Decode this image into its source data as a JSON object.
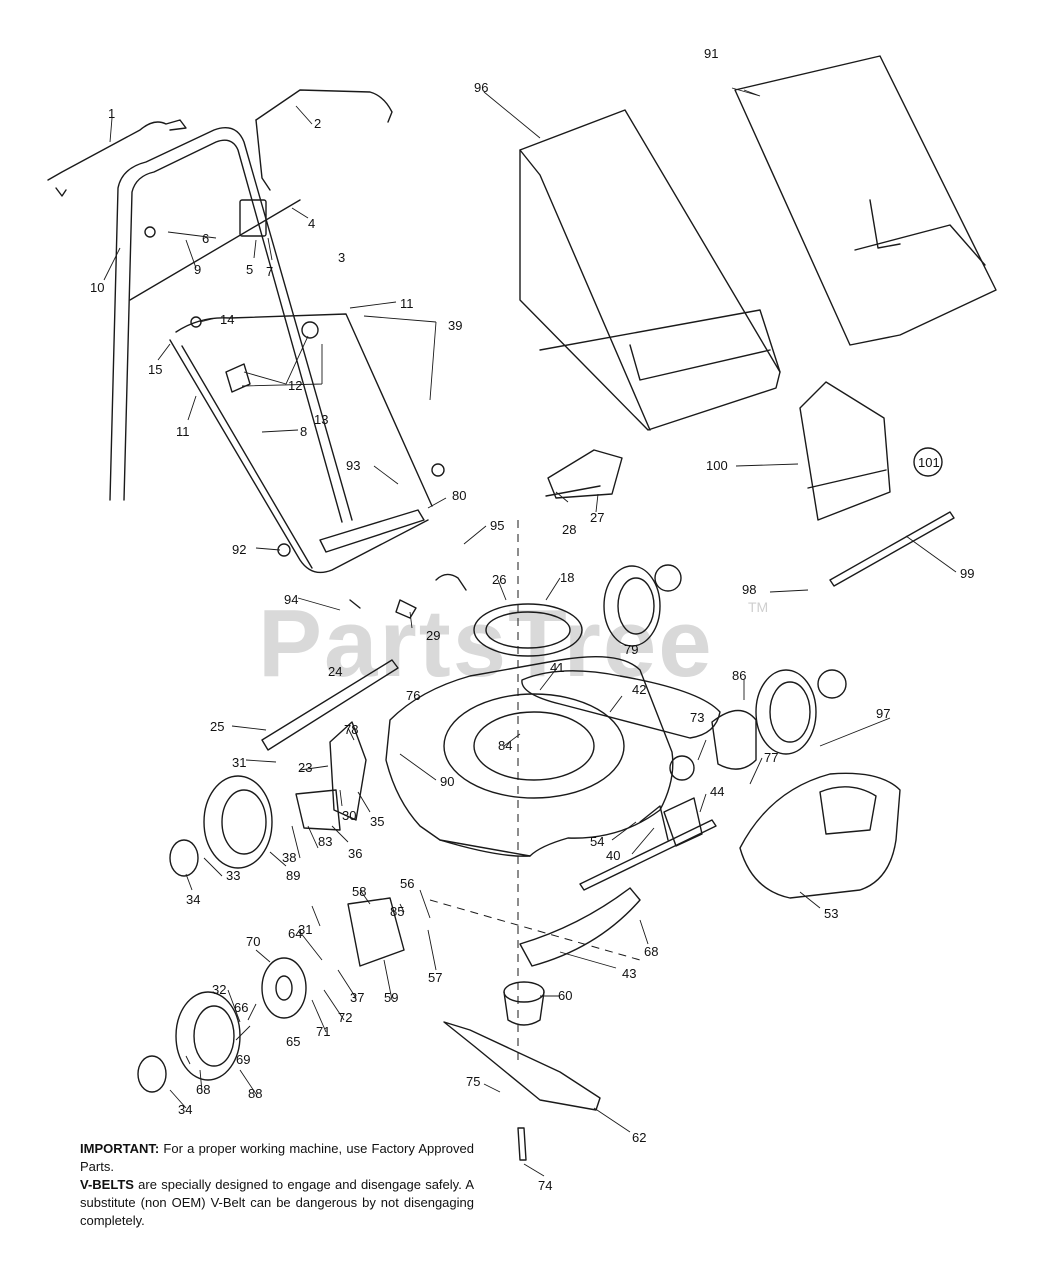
{
  "watermark": {
    "text": "PartsTree",
    "tm": "TM"
  },
  "callouts": [
    {
      "id": "c1",
      "text": "1"
    },
    {
      "id": "c2",
      "text": "2"
    },
    {
      "id": "c3",
      "text": "3"
    },
    {
      "id": "c4",
      "text": "4"
    },
    {
      "id": "c5",
      "text": "5"
    },
    {
      "id": "c6",
      "text": "6"
    },
    {
      "id": "c7",
      "text": "7"
    },
    {
      "id": "c8",
      "text": "8"
    },
    {
      "id": "c9",
      "text": "9"
    },
    {
      "id": "c10",
      "text": "10"
    },
    {
      "id": "c11a",
      "text": "11"
    },
    {
      "id": "c11b",
      "text": "11"
    },
    {
      "id": "c12",
      "text": "12"
    },
    {
      "id": "c13",
      "text": "13"
    },
    {
      "id": "c14",
      "text": "14"
    },
    {
      "id": "c15",
      "text": "15"
    },
    {
      "id": "c18",
      "text": "18"
    },
    {
      "id": "c23",
      "text": "23"
    },
    {
      "id": "c24",
      "text": "24"
    },
    {
      "id": "c25",
      "text": "25"
    },
    {
      "id": "c26",
      "text": "26"
    },
    {
      "id": "c27",
      "text": "27"
    },
    {
      "id": "c28",
      "text": "28"
    },
    {
      "id": "c29",
      "text": "29"
    },
    {
      "id": "c30",
      "text": "30"
    },
    {
      "id": "c31a",
      "text": "31"
    },
    {
      "id": "c31b",
      "text": "31"
    },
    {
      "id": "c32",
      "text": "32"
    },
    {
      "id": "c33",
      "text": "33"
    },
    {
      "id": "c34a",
      "text": "34"
    },
    {
      "id": "c34b",
      "text": "34"
    },
    {
      "id": "c35",
      "text": "35"
    },
    {
      "id": "c36",
      "text": "36"
    },
    {
      "id": "c37",
      "text": "37"
    },
    {
      "id": "c38",
      "text": "38"
    },
    {
      "id": "c39",
      "text": "39"
    },
    {
      "id": "c40",
      "text": "40"
    },
    {
      "id": "c41",
      "text": "41"
    },
    {
      "id": "c42",
      "text": "42"
    },
    {
      "id": "c43",
      "text": "43"
    },
    {
      "id": "c44",
      "text": "44"
    },
    {
      "id": "c53",
      "text": "53"
    },
    {
      "id": "c54",
      "text": "54"
    },
    {
      "id": "c56",
      "text": "56"
    },
    {
      "id": "c57",
      "text": "57"
    },
    {
      "id": "c58",
      "text": "58"
    },
    {
      "id": "c59",
      "text": "59"
    },
    {
      "id": "c60",
      "text": "60"
    },
    {
      "id": "c62",
      "text": "62"
    },
    {
      "id": "c64",
      "text": "64"
    },
    {
      "id": "c65",
      "text": "65"
    },
    {
      "id": "c66",
      "text": "66"
    },
    {
      "id": "c68a",
      "text": "68"
    },
    {
      "id": "c68b",
      "text": "68"
    },
    {
      "id": "c69",
      "text": "69"
    },
    {
      "id": "c70",
      "text": "70"
    },
    {
      "id": "c71",
      "text": "71"
    },
    {
      "id": "c72",
      "text": "72"
    },
    {
      "id": "c73",
      "text": "73"
    },
    {
      "id": "c74",
      "text": "74"
    },
    {
      "id": "c75",
      "text": "75"
    },
    {
      "id": "c76",
      "text": "76"
    },
    {
      "id": "c77",
      "text": "77"
    },
    {
      "id": "c78",
      "text": "78"
    },
    {
      "id": "c79",
      "text": "79"
    },
    {
      "id": "c80",
      "text": "80"
    },
    {
      "id": "c83",
      "text": "83"
    },
    {
      "id": "c84",
      "text": "84"
    },
    {
      "id": "c85",
      "text": "85"
    },
    {
      "id": "c86",
      "text": "86"
    },
    {
      "id": "c88",
      "text": "88"
    },
    {
      "id": "c89",
      "text": "89"
    },
    {
      "id": "c90",
      "text": "90"
    },
    {
      "id": "c91",
      "text": "91"
    },
    {
      "id": "c92",
      "text": "92"
    },
    {
      "id": "c93",
      "text": "93"
    },
    {
      "id": "c94",
      "text": "94"
    },
    {
      "id": "c95",
      "text": "95"
    },
    {
      "id": "c96",
      "text": "96"
    },
    {
      "id": "c97",
      "text": "97"
    },
    {
      "id": "c98",
      "text": "98"
    },
    {
      "id": "c99",
      "text": "99"
    },
    {
      "id": "c100",
      "text": "100"
    },
    {
      "id": "c101",
      "text": "101"
    }
  ],
  "note": {
    "important_label": "IMPORTANT:",
    "important_text": " For a proper working machine, use Factory Approved Parts.",
    "vbelts_label": "V-BELTS",
    "vbelts_text": " are specially designed to engage and disengage safely.  A substitute (non OEM) V-Belt can be dangerous by not disengaging completely."
  }
}
